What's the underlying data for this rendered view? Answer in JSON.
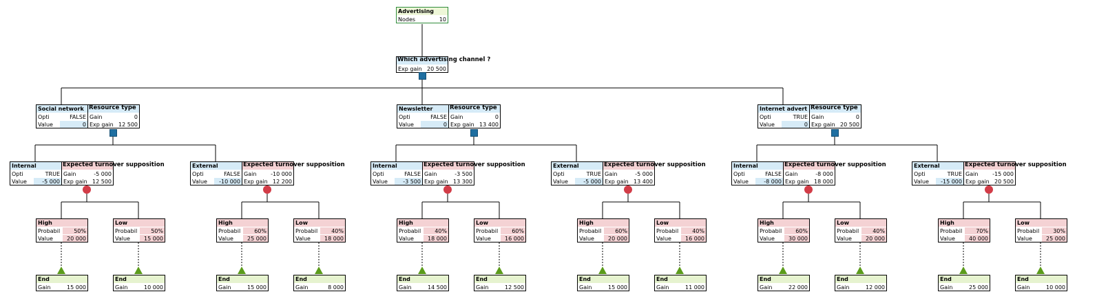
{
  "root": {
    "title": "Advertising",
    "nodes_label": "Nodes",
    "nodes_value": "10"
  },
  "decision": {
    "title": "Which advertising channel ?",
    "exp_label": "Exp gain",
    "exp_value": "20 500"
  },
  "labels": {
    "opti": "Opti",
    "value": "Value",
    "gain": "Gain",
    "exp_gain": "Exp gain",
    "probabil": "Probabil",
    "end": "End",
    "resource_type": "Resource type",
    "expected_turnover": "Expected turnover supposition"
  },
  "channels": [
    {
      "name": "Social network",
      "opti": "FALSE",
      "value": "0",
      "gain": "0",
      "exp_gain": "12 500",
      "sources": [
        {
          "name": "Internal",
          "opti": "TRUE",
          "value": "-5 000",
          "gain": "-5 000",
          "exp_gain": "12 500",
          "outcomes": [
            {
              "name": "High",
              "prob": "50%",
              "value": "20 000",
              "end_gain": "15 000"
            },
            {
              "name": "Low",
              "prob": "50%",
              "value": "15 000",
              "end_gain": "10 000"
            }
          ]
        },
        {
          "name": "External",
          "opti": "FALSE",
          "value": "-10 000",
          "gain": "-10 000",
          "exp_gain": "12 200",
          "outcomes": [
            {
              "name": "High",
              "prob": "60%",
              "value": "25 000",
              "end_gain": "15 000"
            },
            {
              "name": "Low",
              "prob": "40%",
              "value": "18 000",
              "end_gain": "8 000"
            }
          ]
        }
      ]
    },
    {
      "name": "Newsletter",
      "opti": "FALSE",
      "value": "0",
      "gain": "0",
      "exp_gain": "13 400",
      "sources": [
        {
          "name": "Internal",
          "opti": "FALSE",
          "value": "-3 500",
          "gain": "-3 500",
          "exp_gain": "13 300",
          "outcomes": [
            {
              "name": "High",
              "prob": "40%",
              "value": "18 000",
              "end_gain": "14 500"
            },
            {
              "name": "Low",
              "prob": "60%",
              "value": "16 000",
              "end_gain": "12 500"
            }
          ]
        },
        {
          "name": "External",
          "opti": "TRUE",
          "value": "-5 000",
          "gain": "-5 000",
          "exp_gain": "13 400",
          "outcomes": [
            {
              "name": "High",
              "prob": "60%",
              "value": "20 000",
              "end_gain": "15 000"
            },
            {
              "name": "Low",
              "prob": "40%",
              "value": "16 000",
              "end_gain": "11 000"
            }
          ]
        }
      ]
    },
    {
      "name": "Internet advert",
      "opti": "TRUE",
      "value": "0",
      "gain": "0",
      "exp_gain": "20 500",
      "sources": [
        {
          "name": "Internal",
          "opti": "FALSE",
          "value": "-8 000",
          "gain": "-8 000",
          "exp_gain": "18 000",
          "outcomes": [
            {
              "name": "High",
              "prob": "60%",
              "value": "30 000",
              "end_gain": "22 000"
            },
            {
              "name": "Low",
              "prob": "40%",
              "value": "20 000",
              "end_gain": "12 000"
            }
          ]
        },
        {
          "name": "External",
          "opti": "TRUE",
          "value": "-15 000",
          "gain": "-15 000",
          "exp_gain": "20 500",
          "outcomes": [
            {
              "name": "High",
              "prob": "70%",
              "value": "40 000",
              "end_gain": "25 000"
            },
            {
              "name": "Low",
              "prob": "30%",
              "value": "25 000",
              "end_gain": "10 000"
            }
          ]
        }
      ]
    }
  ],
  "colors": {
    "root_fill": "#eef7d8",
    "root_accent": "#2e8b3a",
    "decision_fill": "#d6ebf7",
    "decision_node": "#1f6fa1",
    "chance_fill": "#f4d2d4",
    "chance_node": "#d23c47",
    "end_fill": "#e6f3cf",
    "end_node": "#5b9b1b"
  }
}
